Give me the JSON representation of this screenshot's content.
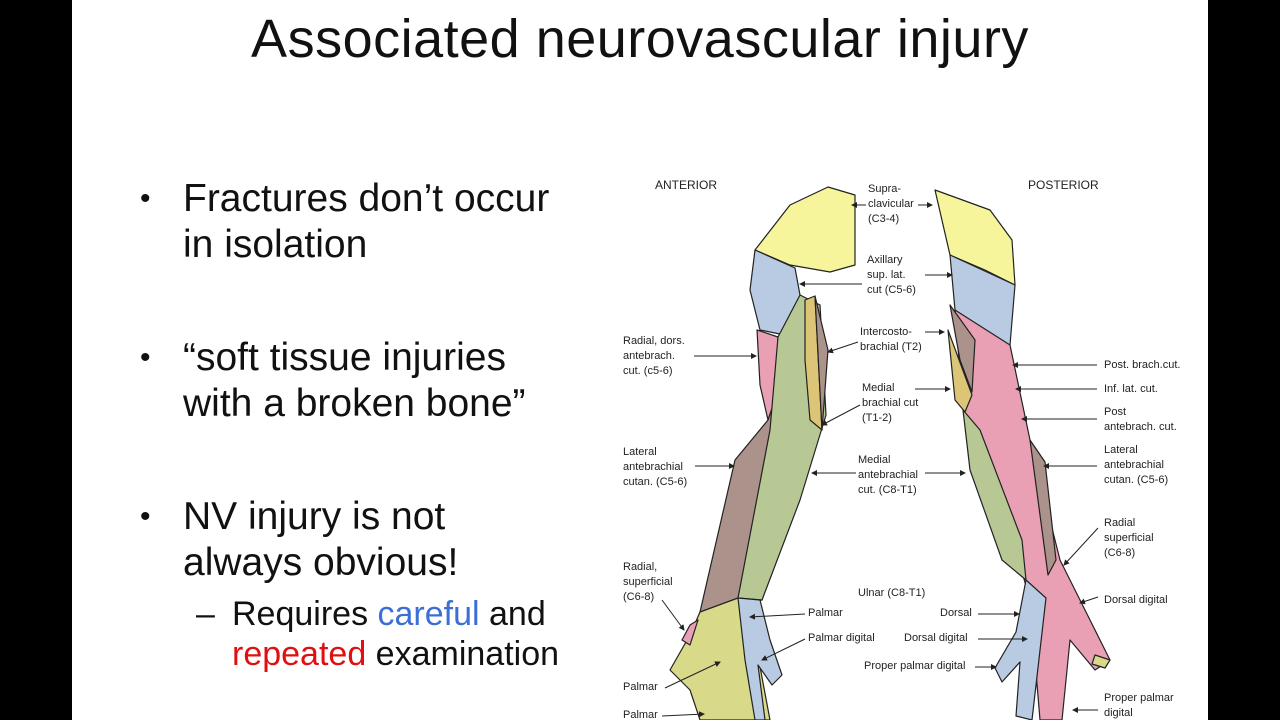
{
  "slide": {
    "title": "Associated neurovascular injury",
    "bullets": [
      {
        "lines": [
          "Fractures don’t occur",
          "in isolation"
        ]
      },
      {
        "lines": [
          "“soft tissue injuries",
          "with a broken bone”"
        ]
      },
      {
        "lines": [
          "NV injury is not",
          "always obvious!"
        ]
      }
    ],
    "sub_bullet": {
      "dash": "–",
      "part1": "Requires ",
      "highlight1": "careful",
      "part2": " and",
      "highlight2": "repeated",
      "part3": " examination"
    },
    "colors": {
      "highlight1": "#3c6fd6",
      "highlight2": "#e01010"
    }
  },
  "diagram": {
    "anterior_heading": "ANTERIOR",
    "posterior_heading": "POSTERIOR",
    "center_labels": {
      "supraclavicular": [
        "Supra-",
        "clavicular",
        "(C3-4)"
      ],
      "axillary": [
        "Axillary",
        "sup. lat.",
        "cut (C5-6)"
      ],
      "intercostobrachial": [
        "Intercosto-",
        "brachial (T2)"
      ],
      "medial_brachial": [
        "Medial",
        "brachial cut",
        "(T1-2)"
      ],
      "medial_antebrachial": [
        "Medial",
        "antebrachial",
        "cut. (C8-T1)"
      ],
      "ulnar": "Ulnar (C8-T1)",
      "palmar": "Palmar",
      "palmar_digital": "Palmar digital",
      "dorsal": "Dorsal",
      "dorsal_digital": "Dorsal digital",
      "proper_palmar_digital": "Proper palmar digital"
    },
    "left_labels": {
      "radial_dors": [
        "Radial, dors.",
        "antebrach.",
        "cut. (c5-6)"
      ],
      "lateral_antebrachial": [
        "Lateral",
        "antebrachial",
        "cutan. (C5-6)"
      ],
      "radial_superficial": [
        "Radial,",
        "superficial",
        "(C6-8)"
      ],
      "palmar_1": "Palmar",
      "palmar_2": "Palmar"
    },
    "right_labels": {
      "post_brach": "Post. brach.cut.",
      "inf_lat": "Inf. lat. cut.",
      "post_antebrach": [
        "Post",
        "antebrach. cut."
      ],
      "lateral_antebrachial": [
        "Lateral",
        "antebrachial",
        "cutan. (C5-6)"
      ],
      "radial_superficial": [
        "Radial",
        "superficial",
        "(C6-8)"
      ],
      "dorsal_digital": "Dorsal digital",
      "proper_palmar_digital": [
        "Proper palmar",
        "digital"
      ]
    },
    "region_colors": {
      "supraclavicular": "#f6f59c",
      "axillary": "#b8cbe3",
      "radial": "#e9a0b5",
      "medial_antebrachial": "#b7c894",
      "lateral_antebrachial": "#ab928a",
      "medial_brachial": "#dcc577",
      "median": "#d9d98a"
    }
  }
}
